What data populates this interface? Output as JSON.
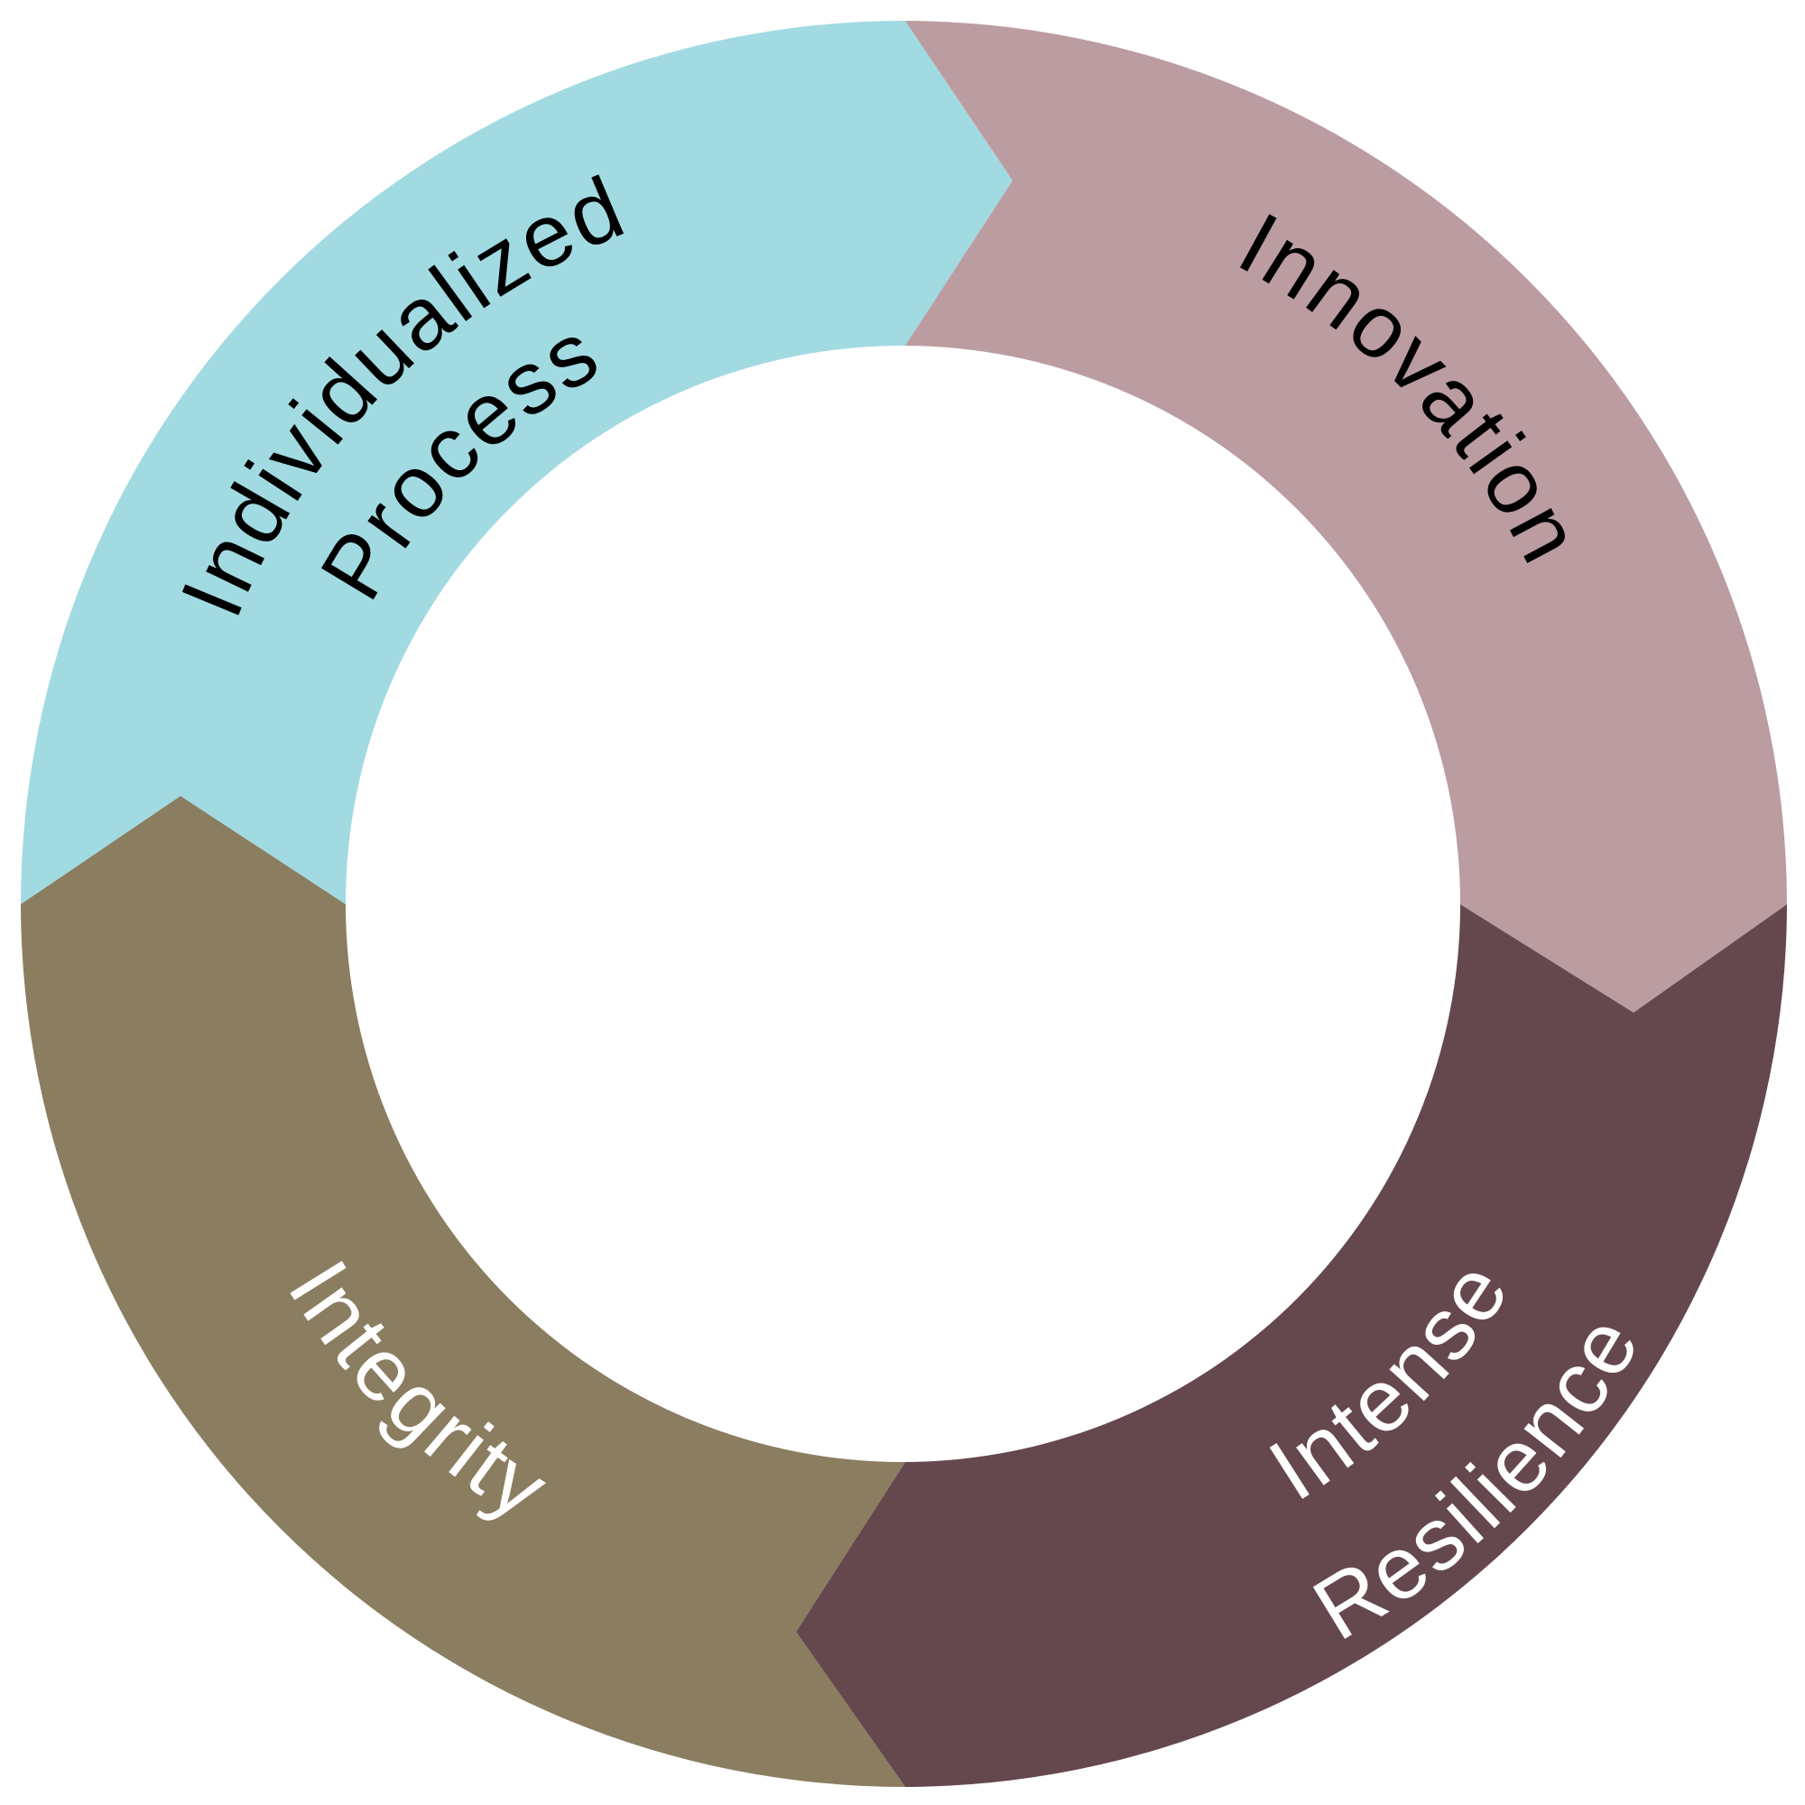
{
  "diagram": {
    "type": "cycle-ring",
    "segments": [
      {
        "id": "individualized-process",
        "lines": [
          "Individualized",
          "Process"
        ],
        "fill": "#a2dae2",
        "text_color": "#000000"
      },
      {
        "id": "innovation",
        "lines": [
          "Innovation"
        ],
        "fill": "#bb9ca1",
        "text_color": "#000000"
      },
      {
        "id": "intense-resilience",
        "lines": [
          "Intense",
          "Resilience"
        ],
        "fill": "#65484e",
        "text_color": "#ffffff"
      },
      {
        "id": "integrity",
        "lines": [
          "Integrity"
        ],
        "fill": "#8b7d60",
        "text_color": "#ffffff"
      }
    ]
  }
}
